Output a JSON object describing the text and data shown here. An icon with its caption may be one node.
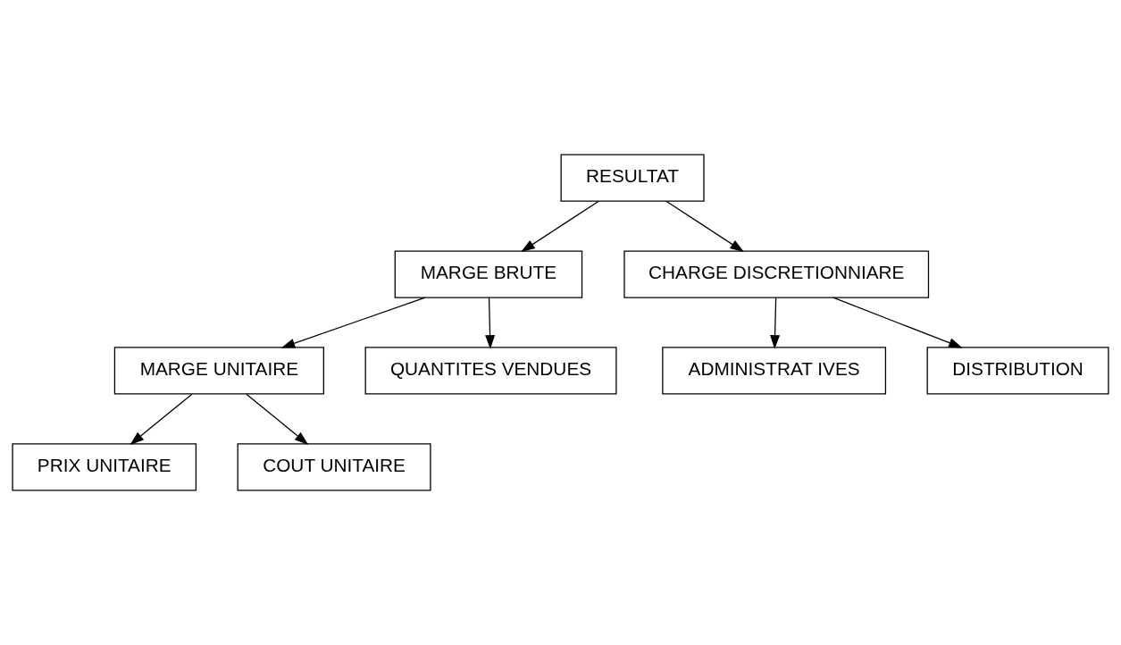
{
  "diagram": {
    "nodes": [
      {
        "text": [
          "RESULTAT"
        ]
      },
      {
        "text": [
          "MARGE BRUTE"
        ]
      },
      {
        "text": [
          "CHARGE DISCRETIONNIARE"
        ]
      },
      {
        "text": [
          "MARGE UNITAIRE"
        ]
      },
      {
        "text": [
          "QUANTITES VENDUES"
        ]
      },
      {
        "text": [
          "ADMINISTRAT IVES"
        ]
      },
      {
        "text": [
          "DISTRIBUTION"
        ]
      },
      {
        "text": [
          "PRIX UNITAIRE"
        ]
      },
      {
        "text": [
          "COUT UNITAIRE"
        ]
      }
    ],
    "edges": [
      {
        "from": 0,
        "to": 1,
        "arrow": "to"
      },
      {
        "from": 0,
        "to": 2,
        "arrow": "to"
      },
      {
        "from": 1,
        "to": 3,
        "arrow": "to"
      },
      {
        "from": 1,
        "to": 4,
        "arrow": "to"
      },
      {
        "from": 2,
        "to": 5,
        "arrow": "to"
      },
      {
        "from": 2,
        "to": 6,
        "arrow": "to"
      },
      {
        "from": 3,
        "to": 7,
        "arrow": "to"
      },
      {
        "from": 3,
        "to": 8,
        "arrow": "to"
      }
    ]
  }
}
